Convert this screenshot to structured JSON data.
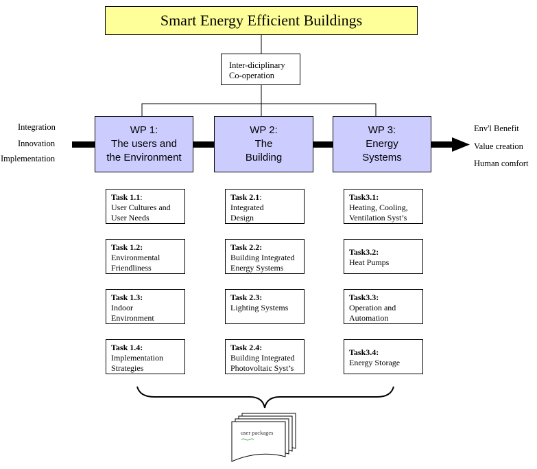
{
  "title": "Smart Energy Efficient Buildings",
  "cooperation": {
    "line1": "Inter-diciplinary",
    "line2": "Co-operation"
  },
  "left_labels": [
    "Integration",
    "Innovation",
    "Implementation"
  ],
  "right_labels": [
    "Env'l Benefit",
    "Value creation",
    "Human comfort"
  ],
  "work_packages": [
    {
      "lines": [
        "WP 1:",
        "The users and",
        "the Environment"
      ],
      "tasks": [
        {
          "head": "Task 1.1",
          "sep": ":",
          "lines": [
            "User Cultures and",
            "User Needs"
          ]
        },
        {
          "head": "Task 1.2:",
          "sep": "",
          "lines": [
            "Environmental",
            "Friendliness"
          ]
        },
        {
          "head": "Task 1.3:",
          "sep": "",
          "lines": [
            "Indoor",
            "Environment"
          ]
        },
        {
          "head": "Task 1.4:",
          "sep": "",
          "lines": [
            "Implementation",
            "Strategies"
          ]
        }
      ]
    },
    {
      "lines": [
        "WP 2:",
        "The",
        "Building"
      ],
      "tasks": [
        {
          "head": "Task 2.1",
          "sep": ":",
          "lines": [
            "Integrated",
            "Design"
          ]
        },
        {
          "head": "Task 2.2:",
          "sep": "",
          "lines": [
            "Building Integrated",
            "Energy Systems"
          ]
        },
        {
          "head": "Task 2.3:",
          "sep": "",
          "lines": [
            "Lighting Systems"
          ]
        },
        {
          "head": "Task 2.4:",
          "sep": "",
          "lines": [
            "Building Integrated",
            "Photovoltaic Syst’s"
          ]
        }
      ]
    },
    {
      "lines": [
        "WP 3:",
        "Energy",
        "Systems"
      ],
      "tasks": [
        {
          "head": "Task3.1:",
          "sep": "",
          "lines": [
            "Heating, Cooling,",
            "Ventilation Syst’s"
          ]
        },
        {
          "head": "Task3.2:",
          "sep": "",
          "lines": [
            "Heat Pumps"
          ]
        },
        {
          "head": "Task3.3:",
          "sep": "",
          "lines": [
            "Operation and",
            "Automation"
          ]
        },
        {
          "head": "Task3.4:",
          "sep": "",
          "lines": [
            "Energy Storage"
          ]
        }
      ]
    }
  ],
  "output_label": "user packages"
}
